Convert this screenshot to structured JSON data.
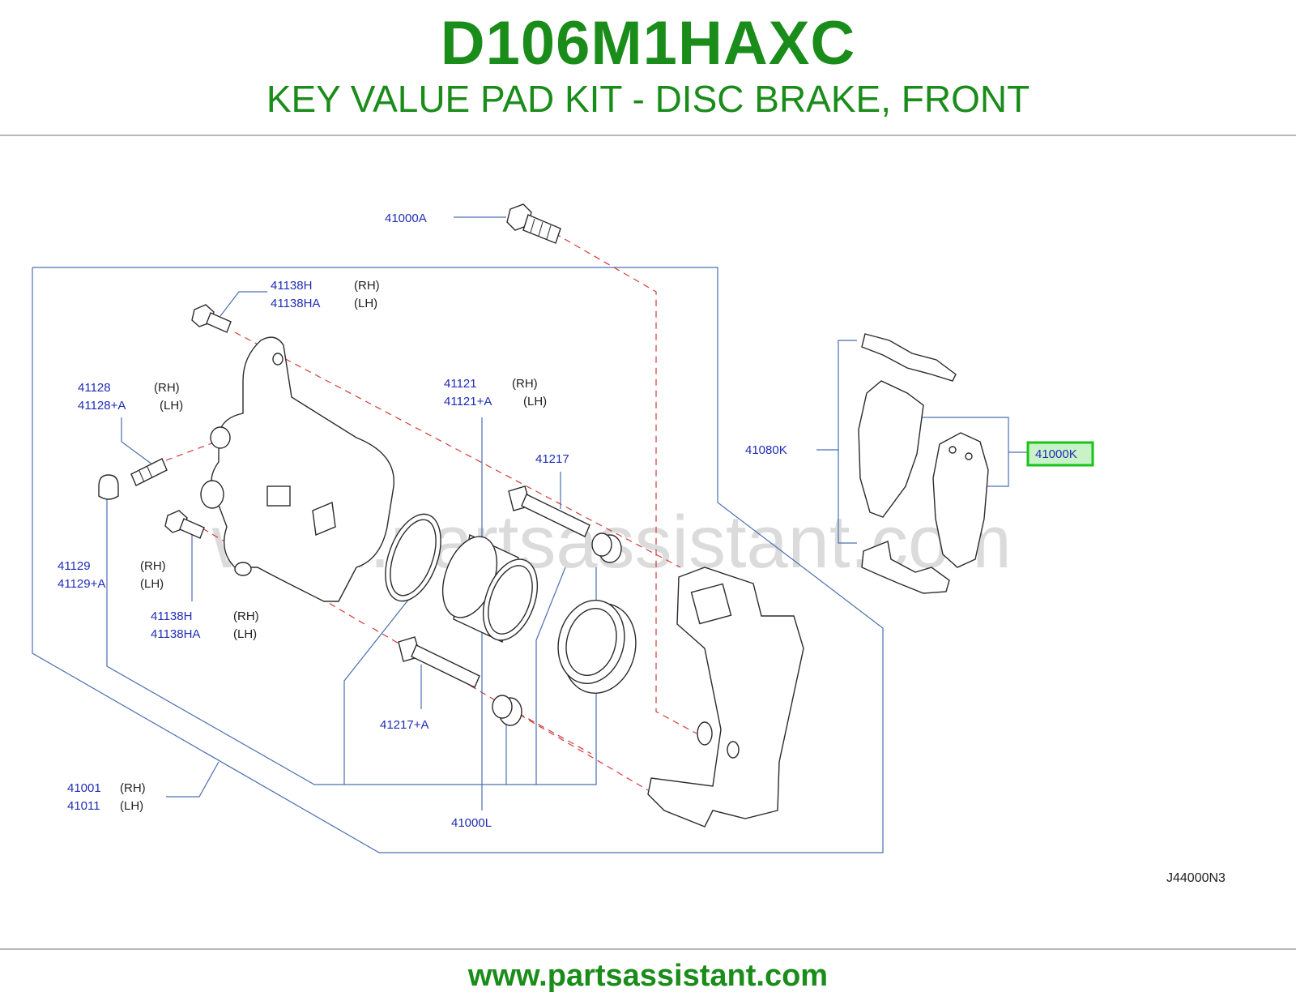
{
  "header": {
    "title": "D106M1HAXC",
    "subtitle": "KEY VALUE PAD KIT - DISC BRAKE, FRONT"
  },
  "diagram": {
    "watermark": "www.partsassistant.com",
    "drawing_code": "J44000N3",
    "highlighted_part": "41000K",
    "callouts": {
      "c41000A": "41000A",
      "c41138H_top": "41138H",
      "c41138HA_top": "41138HA",
      "c41128": "41128",
      "c41128A": "41128+A",
      "c41121": "41121",
      "c41121A": "41121+A",
      "c41217": "41217",
      "c41080K": "41080K",
      "c41000K": "41000K",
      "c41129": "41129",
      "c41129A": "41129+A",
      "c41138H_bot": "41138H",
      "c41138HA_bot": "41138HA",
      "c41217A": "41217+A",
      "c41001": "41001",
      "c41011": "41011",
      "c41000L": "41000L"
    },
    "side_labels": {
      "rh": "(RH)",
      "lh": "(LH)"
    }
  },
  "footer": {
    "url": "www.partsassistant.com"
  },
  "colors": {
    "brand_green": "#1a8c1a",
    "callout_blue": "#1f2db5",
    "leader_blue": "#4a6fb0",
    "dash_red": "#d23a3a",
    "highlight_green": "#18c418"
  }
}
